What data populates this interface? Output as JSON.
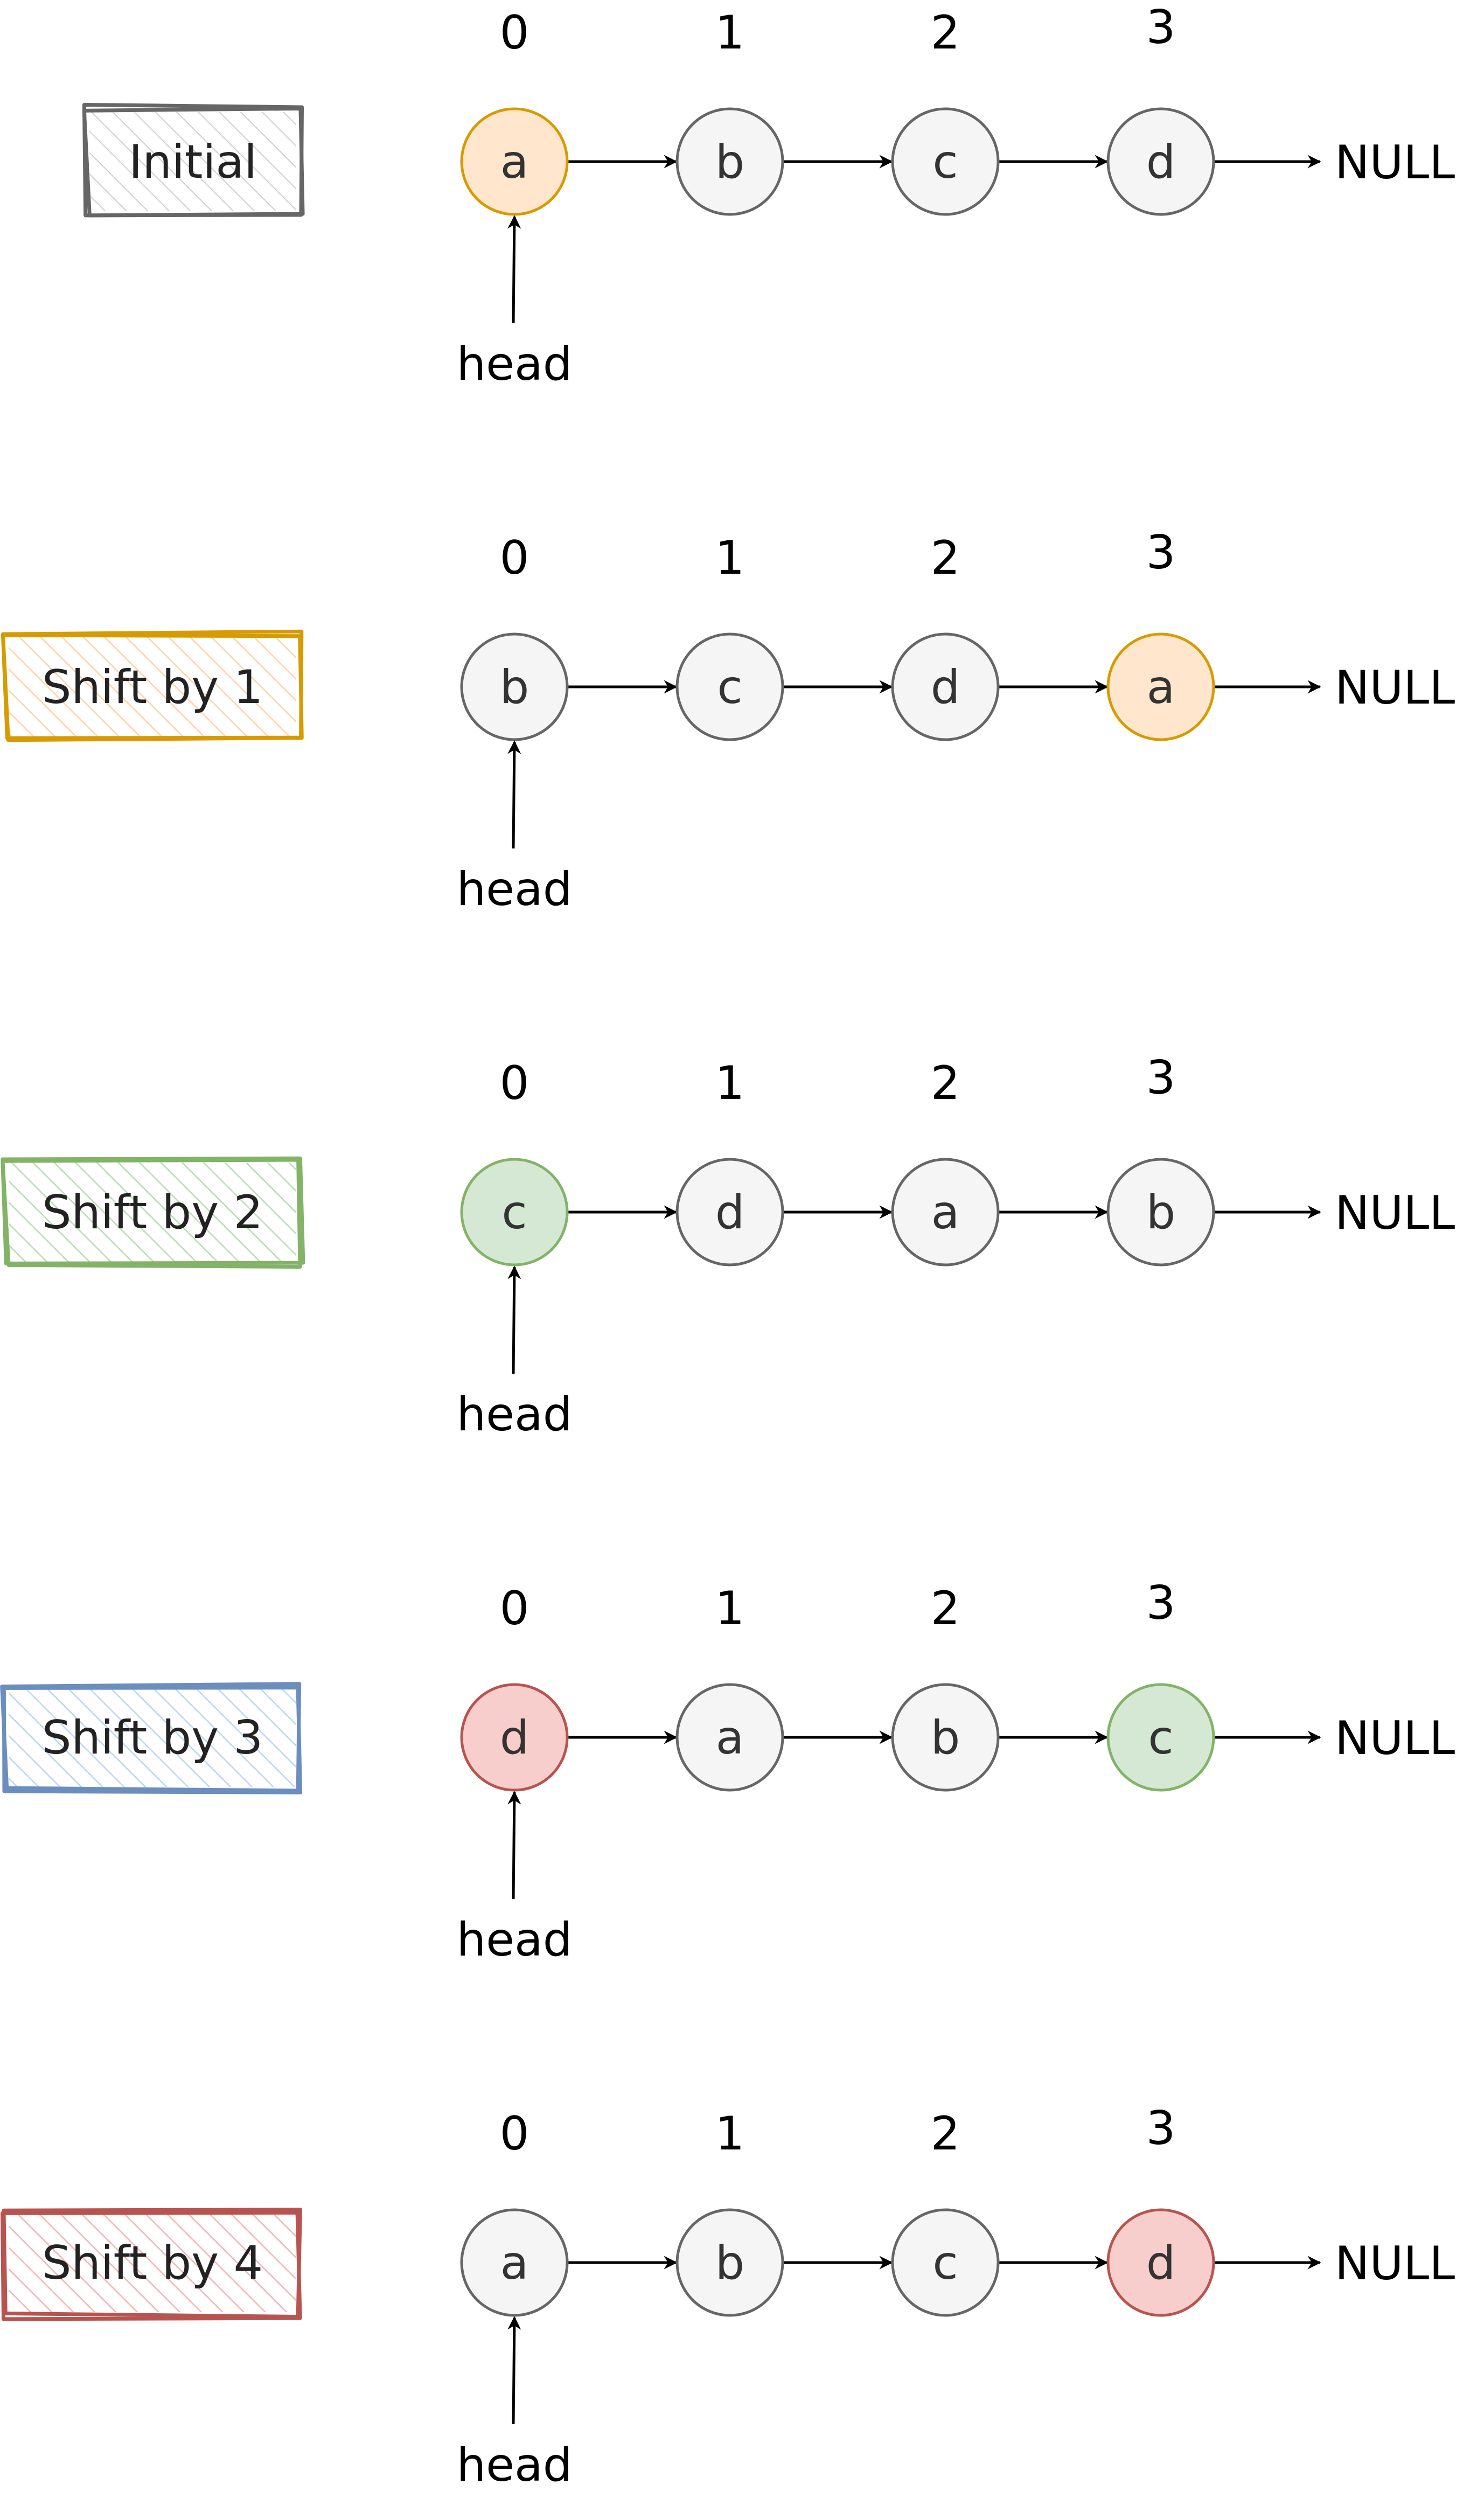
{
  "colors": {
    "gray": {
      "fill": "#f5f5f5",
      "stroke": "#666666"
    },
    "orange": {
      "fill": "#ffe6cc",
      "stroke": "#d79b00"
    },
    "green": {
      "fill": "#d5e8d4",
      "stroke": "#82b366"
    },
    "red": {
      "fill": "#f8cecc",
      "stroke": "#b85450"
    },
    "blue": {
      "fill": "#dae8fc",
      "stroke": "#6c8ebf"
    }
  },
  "null_label": "NULL",
  "head_label": "head",
  "rows": [
    {
      "label": "Initial",
      "label_color": "gray",
      "indices": [
        "0",
        "1",
        "2",
        "3"
      ],
      "nodes": [
        {
          "text": "a",
          "color": "orange"
        },
        {
          "text": "b",
          "color": "gray"
        },
        {
          "text": "c",
          "color": "gray"
        },
        {
          "text": "d",
          "color": "gray"
        }
      ]
    },
    {
      "label": "Shift by 1",
      "label_color": "orange",
      "indices": [
        "0",
        "1",
        "2",
        "3"
      ],
      "nodes": [
        {
          "text": "b",
          "color": "gray"
        },
        {
          "text": "c",
          "color": "gray"
        },
        {
          "text": "d",
          "color": "gray"
        },
        {
          "text": "a",
          "color": "orange"
        }
      ]
    },
    {
      "label": "Shift by 2",
      "label_color": "green",
      "indices": [
        "0",
        "1",
        "2",
        "3"
      ],
      "nodes": [
        {
          "text": "c",
          "color": "green"
        },
        {
          "text": "d",
          "color": "gray"
        },
        {
          "text": "a",
          "color": "gray"
        },
        {
          "text": "b",
          "color": "gray"
        }
      ]
    },
    {
      "label": "Shift by 3",
      "label_color": "blue",
      "indices": [
        "0",
        "1",
        "2",
        "3"
      ],
      "nodes": [
        {
          "text": "d",
          "color": "red"
        },
        {
          "text": "a",
          "color": "gray"
        },
        {
          "text": "b",
          "color": "gray"
        },
        {
          "text": "c",
          "color": "green"
        }
      ]
    },
    {
      "label": "Shift by 4",
      "label_color": "red",
      "indices": [
        "0",
        "1",
        "2",
        "3"
      ],
      "nodes": [
        {
          "text": "a",
          "color": "gray"
        },
        {
          "text": "b",
          "color": "gray"
        },
        {
          "text": "c",
          "color": "gray"
        },
        {
          "text": "d",
          "color": "red"
        }
      ]
    }
  ]
}
